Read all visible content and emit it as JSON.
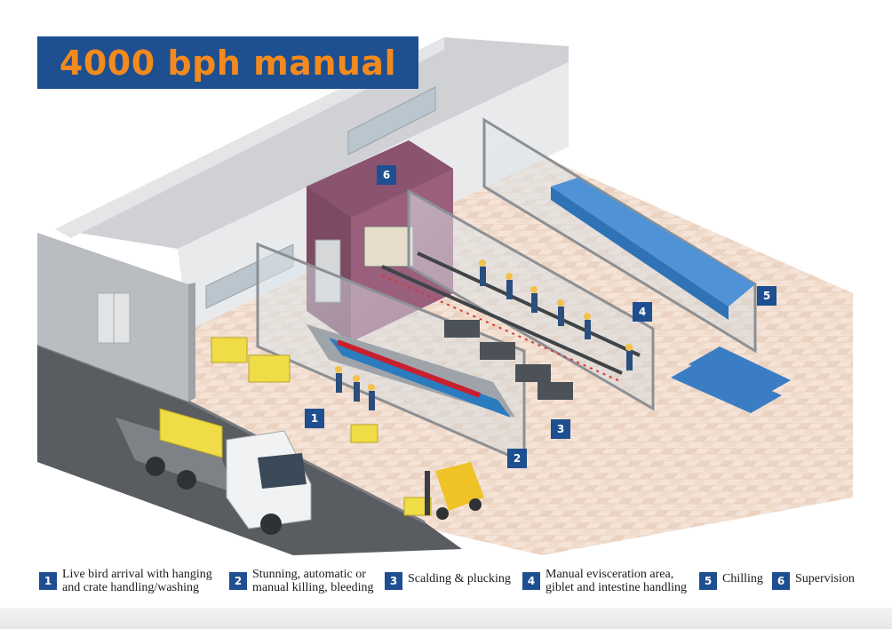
{
  "title": "4000 bph manual",
  "colors": {
    "banner": "#1d4f91",
    "title": "#f28a1e",
    "marker": "#1d4f91"
  },
  "markers": [
    {
      "number": "1"
    },
    {
      "number": "2"
    },
    {
      "number": "3"
    },
    {
      "number": "4"
    },
    {
      "number": "5"
    },
    {
      "number": "6"
    }
  ],
  "legend": [
    {
      "number": "1",
      "label": "Live bird arrival with hanging\nand crate handling/washing"
    },
    {
      "number": "2",
      "label": "Stunning, automatic or\nmanual killing, bleeding"
    },
    {
      "number": "3",
      "label": "Scalding & plucking"
    },
    {
      "number": "4",
      "label": "Manual evisceration area,\ngiblet and intestine handling"
    },
    {
      "number": "5",
      "label": "Chilling"
    },
    {
      "number": "6",
      "label": "Supervision"
    }
  ]
}
